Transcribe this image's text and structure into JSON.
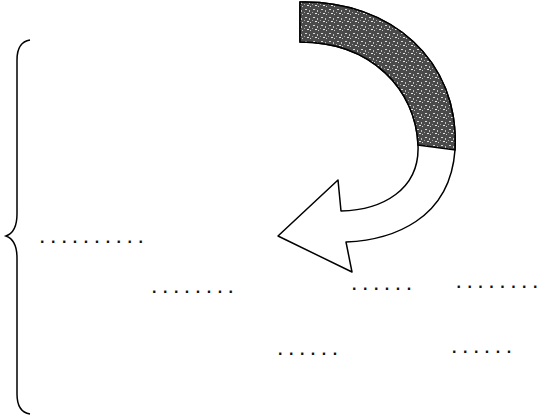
{
  "diagram": {
    "labels": [
      "..........",
      "........",
      "......",
      "........",
      "......",
      "......"
    ]
  }
}
